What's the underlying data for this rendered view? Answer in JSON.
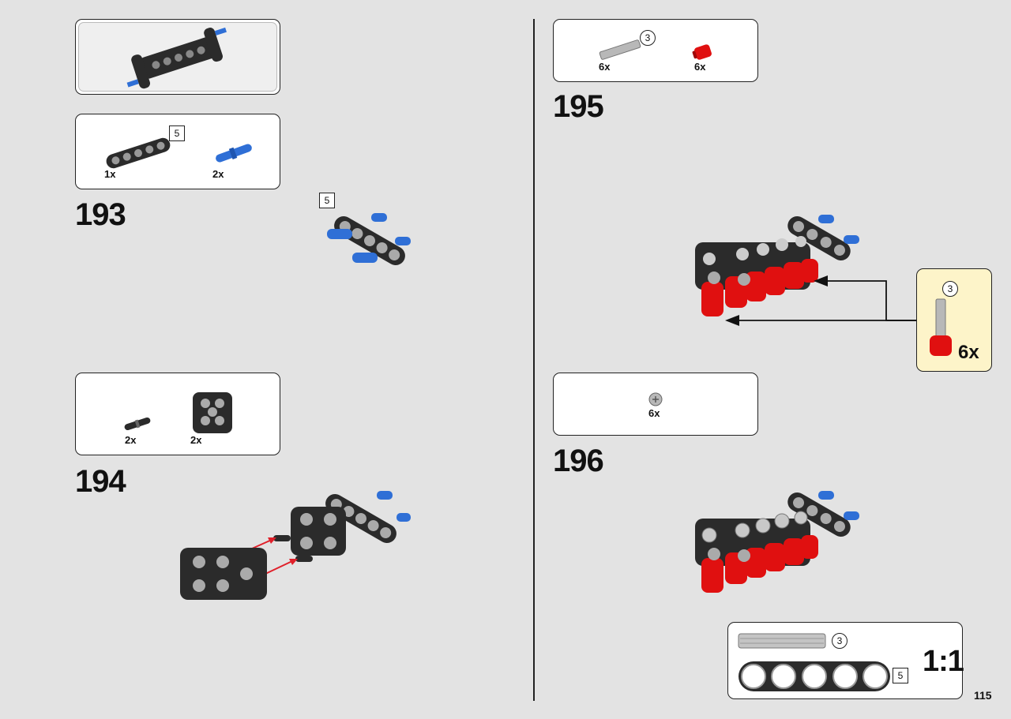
{
  "page": {
    "number": "115"
  },
  "steps": {
    "s193": {
      "number": "193",
      "parts": [
        {
          "qty": "1x"
        },
        {
          "qty": "2x"
        }
      ],
      "beam_badge": "5",
      "model_badge": "5"
    },
    "s194": {
      "number": "194",
      "parts": [
        {
          "qty": "2x"
        },
        {
          "qty": "2x"
        }
      ]
    },
    "s195": {
      "number": "195",
      "parts": [
        {
          "qty": "6x"
        },
        {
          "qty": "6x"
        }
      ],
      "axle_badge": "3"
    },
    "s196": {
      "number": "196",
      "parts": [
        {
          "qty": "6x"
        }
      ]
    }
  },
  "callout": {
    "badge": "3",
    "qty": "6x"
  },
  "scale_ref": {
    "axle_badge": "3",
    "beam_badge": "5",
    "label": "1:1"
  },
  "colors": {
    "background": "#e3e3e3",
    "panel": "#ffffff",
    "callout": "#fdf4c9",
    "dark_part": "#2b2b2b",
    "blue_pin": "#2f6fd6",
    "red_part": "#e01010",
    "grey_part": "#b8b8b8",
    "arrow_red": "#e0202a"
  }
}
